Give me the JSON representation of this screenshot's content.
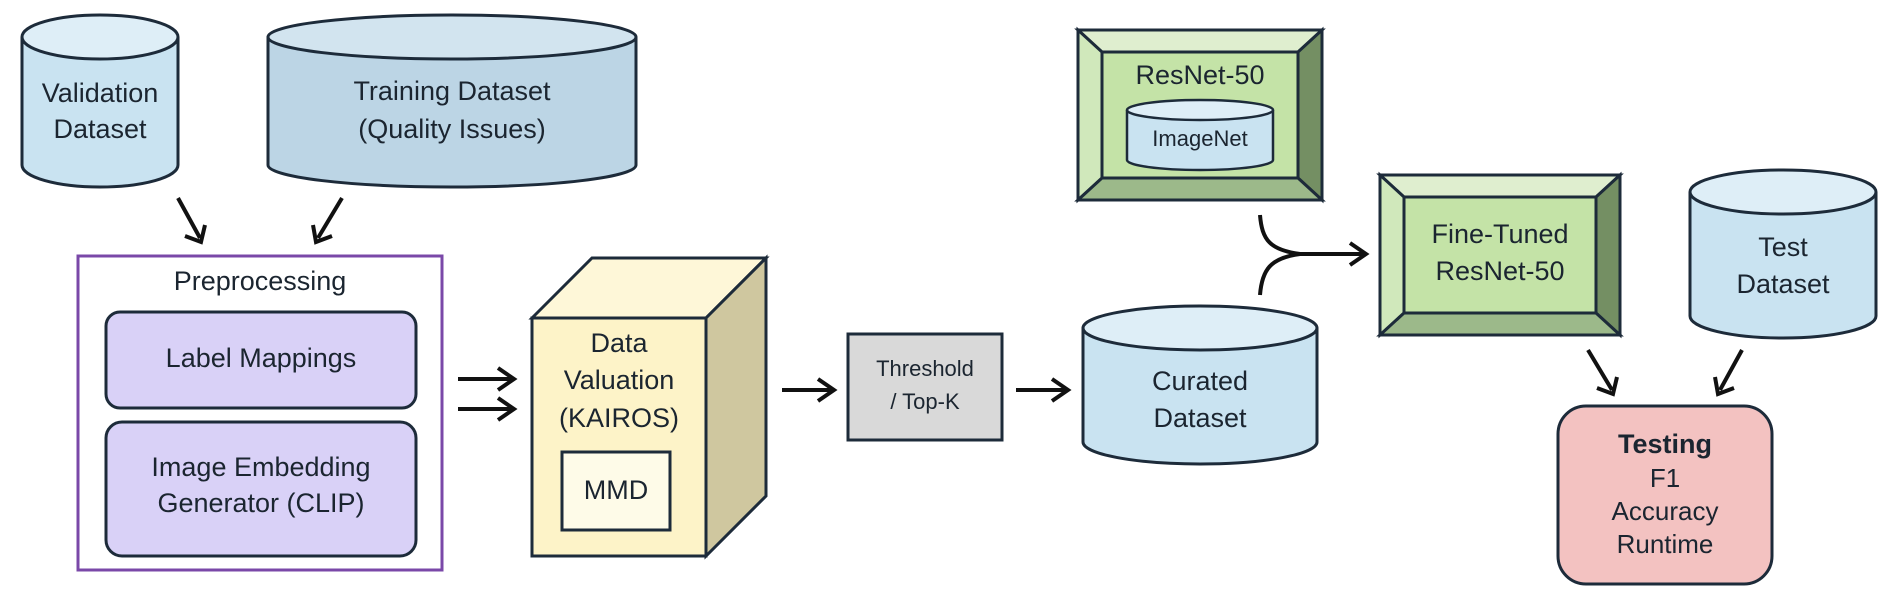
{
  "nodes": {
    "validation_dataset": {
      "lines": [
        "Validation",
        "Dataset"
      ]
    },
    "training_dataset": {
      "lines": [
        "Training Dataset",
        "(Quality Issues)"
      ]
    },
    "preprocessing": {
      "title": "Preprocessing",
      "label_mappings": "Label Mappings",
      "embedding_lines": [
        "Image Embedding",
        "Generator (CLIP)"
      ]
    },
    "data_valuation": {
      "lines": [
        "Data",
        "Valuation",
        "(KAIROS)"
      ],
      "inner": "MMD"
    },
    "threshold": {
      "lines": [
        "Threshold",
        "/ Top-K"
      ]
    },
    "curated_dataset": {
      "lines": [
        "Curated",
        "Dataset"
      ]
    },
    "resnet": {
      "title": "ResNet-50",
      "inner": "ImageNet"
    },
    "finetuned_resnet": {
      "lines": [
        "Fine-Tuned",
        "ResNet-50"
      ]
    },
    "test_dataset": {
      "lines": [
        "Test",
        "Dataset"
      ]
    },
    "testing": {
      "title": "Testing",
      "lines": [
        "F1",
        "Accuracy",
        "Runtime"
      ]
    }
  },
  "colors": {
    "dataset_fill": "#c9e3f1",
    "dataset_dark_fill": "#bcd5e5",
    "preprocessing_border": "#7a48a8",
    "purple_fill": "#d9d1f7",
    "valuation_front": "#fdf3c8",
    "valuation_side": "#cfc79f",
    "threshold_fill": "#d9d9d9",
    "green_fill": "#c4e3a7",
    "green_dark": "#748f63",
    "testing_fill": "#f3c2c1"
  }
}
